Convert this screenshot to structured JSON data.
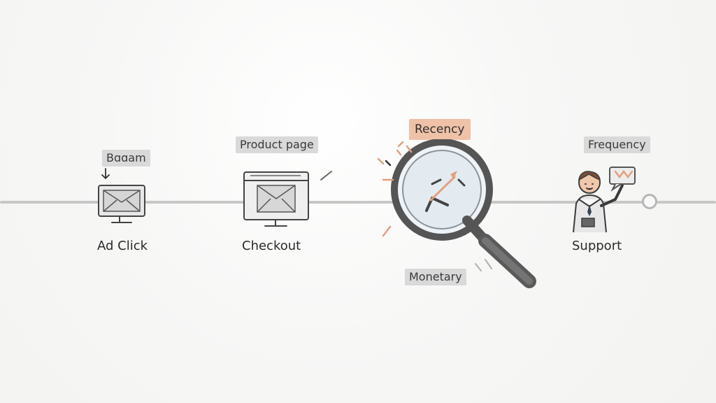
{
  "diagram": {
    "top_tags": {
      "bayam": "Bɑɑam",
      "product_page": "Product page",
      "recency": "Recency",
      "frequency": "Frequency"
    },
    "stages": [
      {
        "label": "Ad Click"
      },
      {
        "label": "Checkout"
      },
      {
        "label": "Support"
      }
    ],
    "bottom_tags": {
      "monetary": "Monetary"
    },
    "icons": {
      "ad_click": "email-monitor-icon",
      "checkout": "browser-email-monitor-icon",
      "analysis": "magnifying-glass-icon",
      "support": "support-agent-icon"
    },
    "colors": {
      "background": "#f7f7f6",
      "timeline": "#c7c7c7",
      "tag": "#d9d9d9",
      "recency_tag": "#efc2a8",
      "accent": "#e3a07f"
    }
  }
}
